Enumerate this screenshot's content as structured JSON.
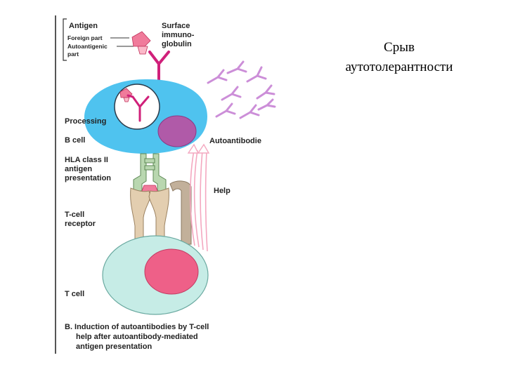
{
  "slide": {
    "title_line1": "Срыв",
    "title_line2": "аутотолерантности"
  },
  "figure": {
    "legend": {
      "antigen": "Antigen",
      "foreign_part": "Foreign part",
      "autoantigenic_part_line1": "Autoantigenic",
      "autoantigenic_part_line2": "part"
    },
    "surface_ig_line1": "Surface",
    "surface_ig_line2": "immuno-",
    "surface_ig_line3": "globulin",
    "processing": "Processing",
    "b_cell": "B cell",
    "autoantibodies": "Autoantibodie",
    "hla_line1": "HLA class II",
    "hla_line2": "antigen",
    "hla_line3": "presentation",
    "help": "Help",
    "tcr_line1": "T-cell",
    "tcr_line2": "receptor",
    "t_cell": "T cell",
    "caption_line1": "B. Induction of autoantibodies  by T-cell",
    "caption_line2": "help after autoantibody-mediated",
    "caption_line3": "antigen presentation"
  },
  "colors": {
    "b_cell": "#4fc3ef",
    "t_cell": "#c6ece6",
    "nucleus_b": "#b05aa8",
    "nucleus_t": "#ee6088",
    "antibody": "#d0207a",
    "autoantibody": "#cc8ed8",
    "hla": "#b9d7b0",
    "tcr": "#e3ceb0",
    "tcr_stalk": "#c2b09a"
  }
}
